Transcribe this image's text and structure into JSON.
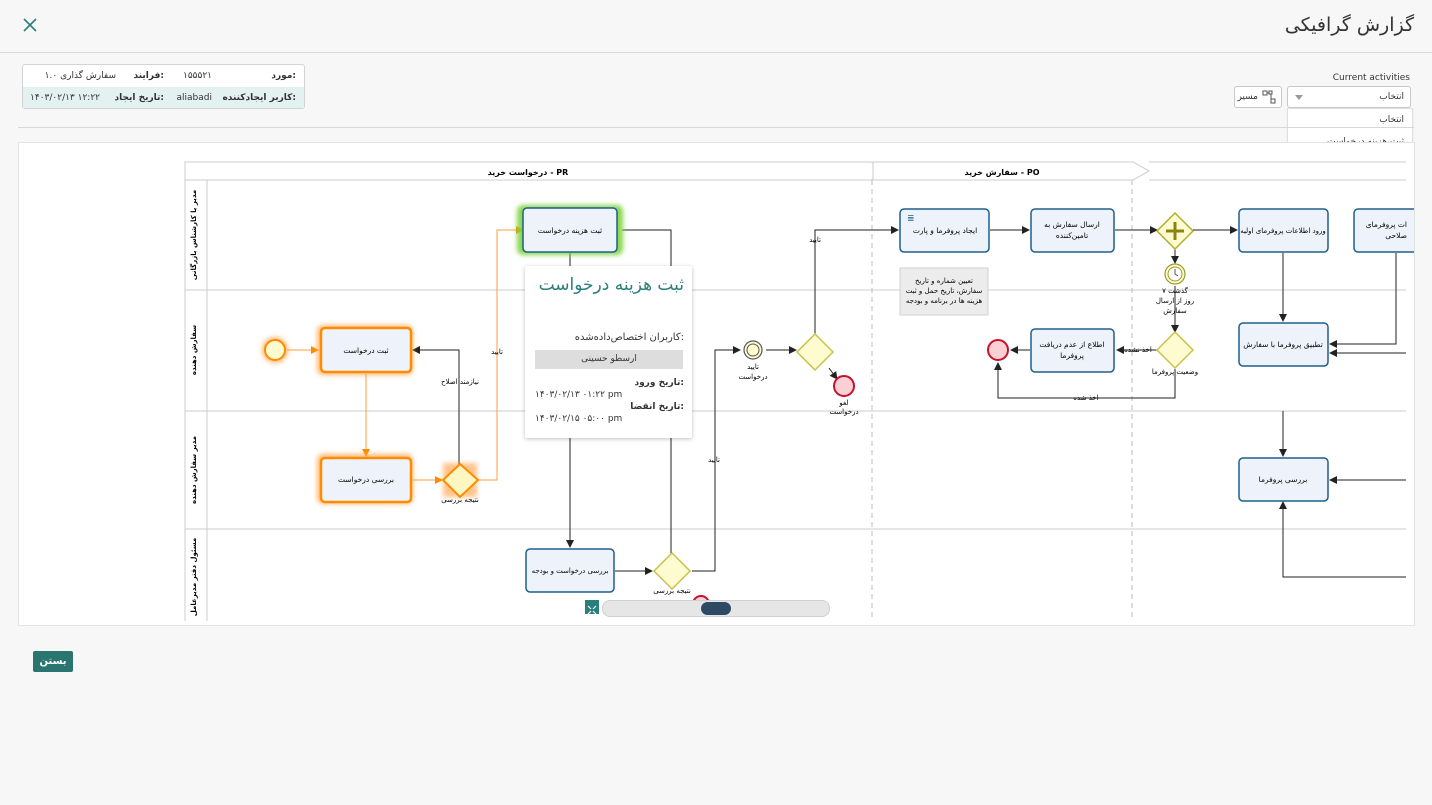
{
  "header": {
    "title": "گزارش گرافیکی",
    "close_icon": "close-icon"
  },
  "info": {
    "case_label": "مورد:",
    "case_value": "۱۵۵۵۲۱",
    "process_label": "فرایند:",
    "process_value": "سفارش گذاری ۱.۰",
    "creator_label": "کاربر ایجادکننده:",
    "creator_value": "aliabadi",
    "created_label": "تاریخ ایجاد:",
    "created_value": "۱۴۰۳/۰۲/۱۳ ۱۲:۲۲"
  },
  "activities": {
    "label": "Current activities",
    "selected": "انتخاب",
    "options": [
      "انتخاب",
      "ثبت هزینه درخواست"
    ],
    "path_button": "مسیر"
  },
  "diagram": {
    "pools": [
      "درخواست خرید - PR",
      "سفارش خرید - PO"
    ],
    "lanes": [
      "مدیر یا کارشناس بازرگانی",
      "سفارش دهنده",
      "مدیر سفارش دهنده",
      "مسئول دفتر مدیرعامل"
    ],
    "tasks": {
      "t_register": "ثبت درخواست",
      "t_review": "بررسی درخواست",
      "t_cost": "ثبت هزینه درخواست",
      "t_budget": "بررسی درخواست و بودجه",
      "t_proforma": "ایجاد پروفرما و پارت",
      "t_send1": "ارسال سفارش به",
      "t_send2": "تامین‌کننده",
      "t_notify1": "اطلاع از عدم دریافت",
      "t_notify2": "پروفرما",
      "t_enter": "ورود اطلاعات پروفرمای اولیه",
      "t_match": "تطبیق پروفرما با سفارش",
      "t_check": "بررسی پروفرما",
      "t_edge1": "ات پروفرمای",
      "t_edge2": "صلاحی"
    },
    "note": [
      "تعیین شماره و تاریخ",
      "سفارش، تاریخ حمل و ثبت",
      "هزینه ها در برنامه و بودجه"
    ],
    "labels": {
      "approve": "تایید",
      "need_fix": "نیازمند اصلاح",
      "review_result": "نتیجه بررسی",
      "approve_req1": "تایید",
      "approve_req2": "درخواست",
      "cancel1": "لغو",
      "cancel2": "درخواست",
      "timer1": "گذشت ۷",
      "timer2": "روز از ارسال",
      "timer3": "سفارش",
      "status": "وضعیت پروفرما",
      "not_received": "اخذ نشده",
      "received": "اخذ شده"
    }
  },
  "popup": {
    "title": "ثبت هزینه درخواست",
    "assigned_label": "کاربران اختصاص‌داده‌شده:",
    "user": "ارسطو حسینی",
    "enter_label": "تاریخ ورود:",
    "enter_value": "۱۴۰۳/۰۲/۱۳ ۰۱:۲۲ pm",
    "due_label": "تاریخ انقضا:",
    "due_value": "۱۴۰۳/۰۲/۱۵ ۰۵:۰۰ pm"
  },
  "footer": {
    "close_button": "بستن"
  },
  "colors": {
    "accent": "#2a7570",
    "task_fill": "#eef3fb",
    "task_stroke": "#1f5f8b",
    "active": "#ff8c00",
    "gateway": "#e6e04e",
    "end": "#c8102e"
  }
}
